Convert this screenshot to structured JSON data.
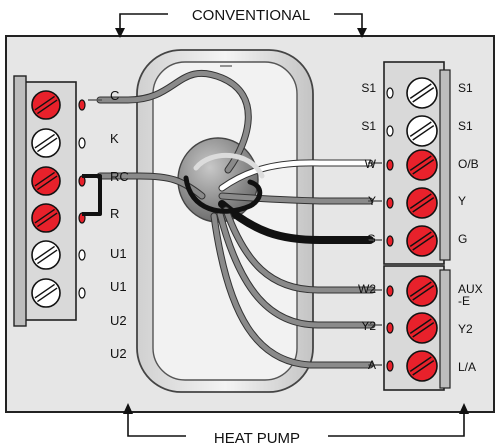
{
  "header": {
    "conventional_label": "CONVENTIONAL"
  },
  "footer": {
    "heat_pump_label": "HEAT PUMP"
  },
  "left_block": {
    "labels": [
      "C",
      "K",
      "RC",
      "R",
      "U1",
      "U1",
      "U2",
      "U2"
    ],
    "screws": [
      {
        "color": "#e8212b"
      },
      {
        "color": "#ffffff"
      },
      {
        "color": "#e8212b"
      },
      {
        "color": "#e8212b"
      },
      {
        "color": "#ffffff"
      },
      {
        "color": "#ffffff"
      }
    ]
  },
  "right_block": {
    "inner_labels": [
      "S1",
      "S1",
      "W",
      "Y",
      "G",
      "W2",
      "Y2",
      "A"
    ],
    "outer_labels": [
      "S1",
      "S1",
      "O/B",
      "Y",
      "G",
      "AUX",
      "-E",
      "Y2",
      "L/A"
    ],
    "screws": [
      {
        "color": "#ffffff"
      },
      {
        "color": "#ffffff"
      },
      {
        "color": "#e8212b"
      },
      {
        "color": "#e8212b"
      },
      {
        "color": "#e8212b"
      },
      {
        "color": "#e8212b"
      },
      {
        "color": "#e8212b"
      },
      {
        "color": "#e8212b"
      }
    ]
  },
  "colors": {
    "panel": "#e6e6e6",
    "terminal_red": "#e8212b",
    "wire_gray": "#7a7a7a",
    "wire_black": "#1a1a1a"
  }
}
